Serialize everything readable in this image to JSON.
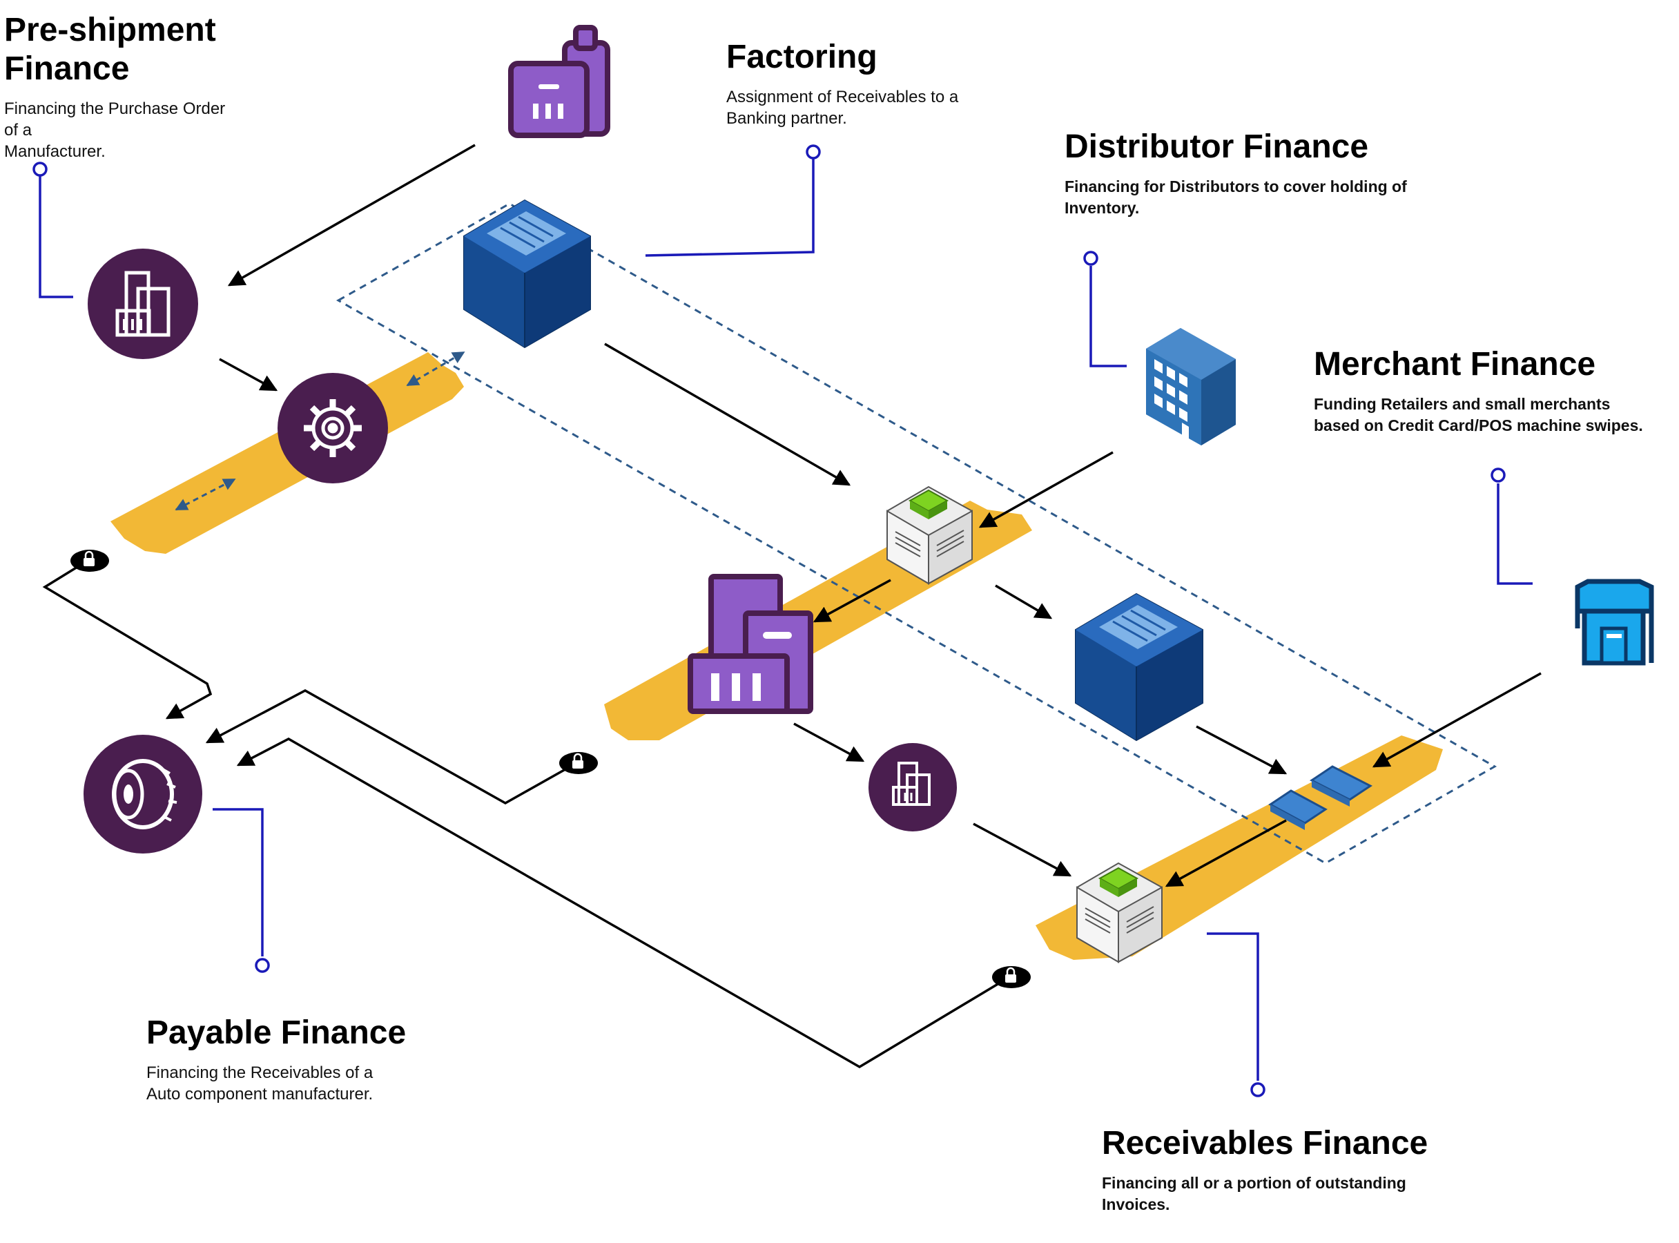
{
  "sections": {
    "pre_shipment": {
      "title_line1": "Pre-shipment",
      "title_line2": "Finance",
      "desc_line1": "Financing the Purchase Order of a",
      "desc_line2": "Manufacturer."
    },
    "factoring": {
      "title": "Factoring",
      "desc_line1": "Assignment of Receivables to a",
      "desc_line2": "Banking partner."
    },
    "distributor": {
      "title": "Distributor Finance",
      "desc_line1": "Financing for Distributors to cover holding of",
      "desc_line2": "Inventory."
    },
    "merchant": {
      "title": "Merchant Finance",
      "desc_line1": "Funding Retailers and small merchants",
      "desc_line2": "based on Credit Card/POS machine swipes."
    },
    "payable": {
      "title": "Payable Finance",
      "desc_line1": "Financing the Receivables of a",
      "desc_line2": "Auto component manufacturer."
    },
    "receivables": {
      "title": "Receivables Finance",
      "desc_line1": "Financing all or a portion of outstanding",
      "desc_line2": "Invoices."
    }
  },
  "icons": {
    "factory_top": "factory-icon",
    "bank_top": "bank-building-icon",
    "manufacturer_circle": "manufacturer-icon",
    "gear_circle": "gear-icon",
    "warehouse_mid": "warehouse-box-icon",
    "factory_mid": "factory-icon",
    "distributor_building": "office-building-icon",
    "bank_right": "bank-building-icon",
    "pos_devices": "pos-device-icon",
    "store": "store-icon",
    "small_factory_circle": "small-factory-icon",
    "warehouse_bottom": "warehouse-box-icon",
    "tyre_circle": "tyre-icon",
    "locks": "lock-icon"
  },
  "colors": {
    "conveyor": "#F2B836",
    "dark_purple": "#4A1E4F",
    "purple": "#8E5CC8",
    "navy": "#0A3D7A",
    "blue_leader": "#1A1AB8",
    "dashed": "#2E5A8A",
    "green": "#7ED321"
  }
}
